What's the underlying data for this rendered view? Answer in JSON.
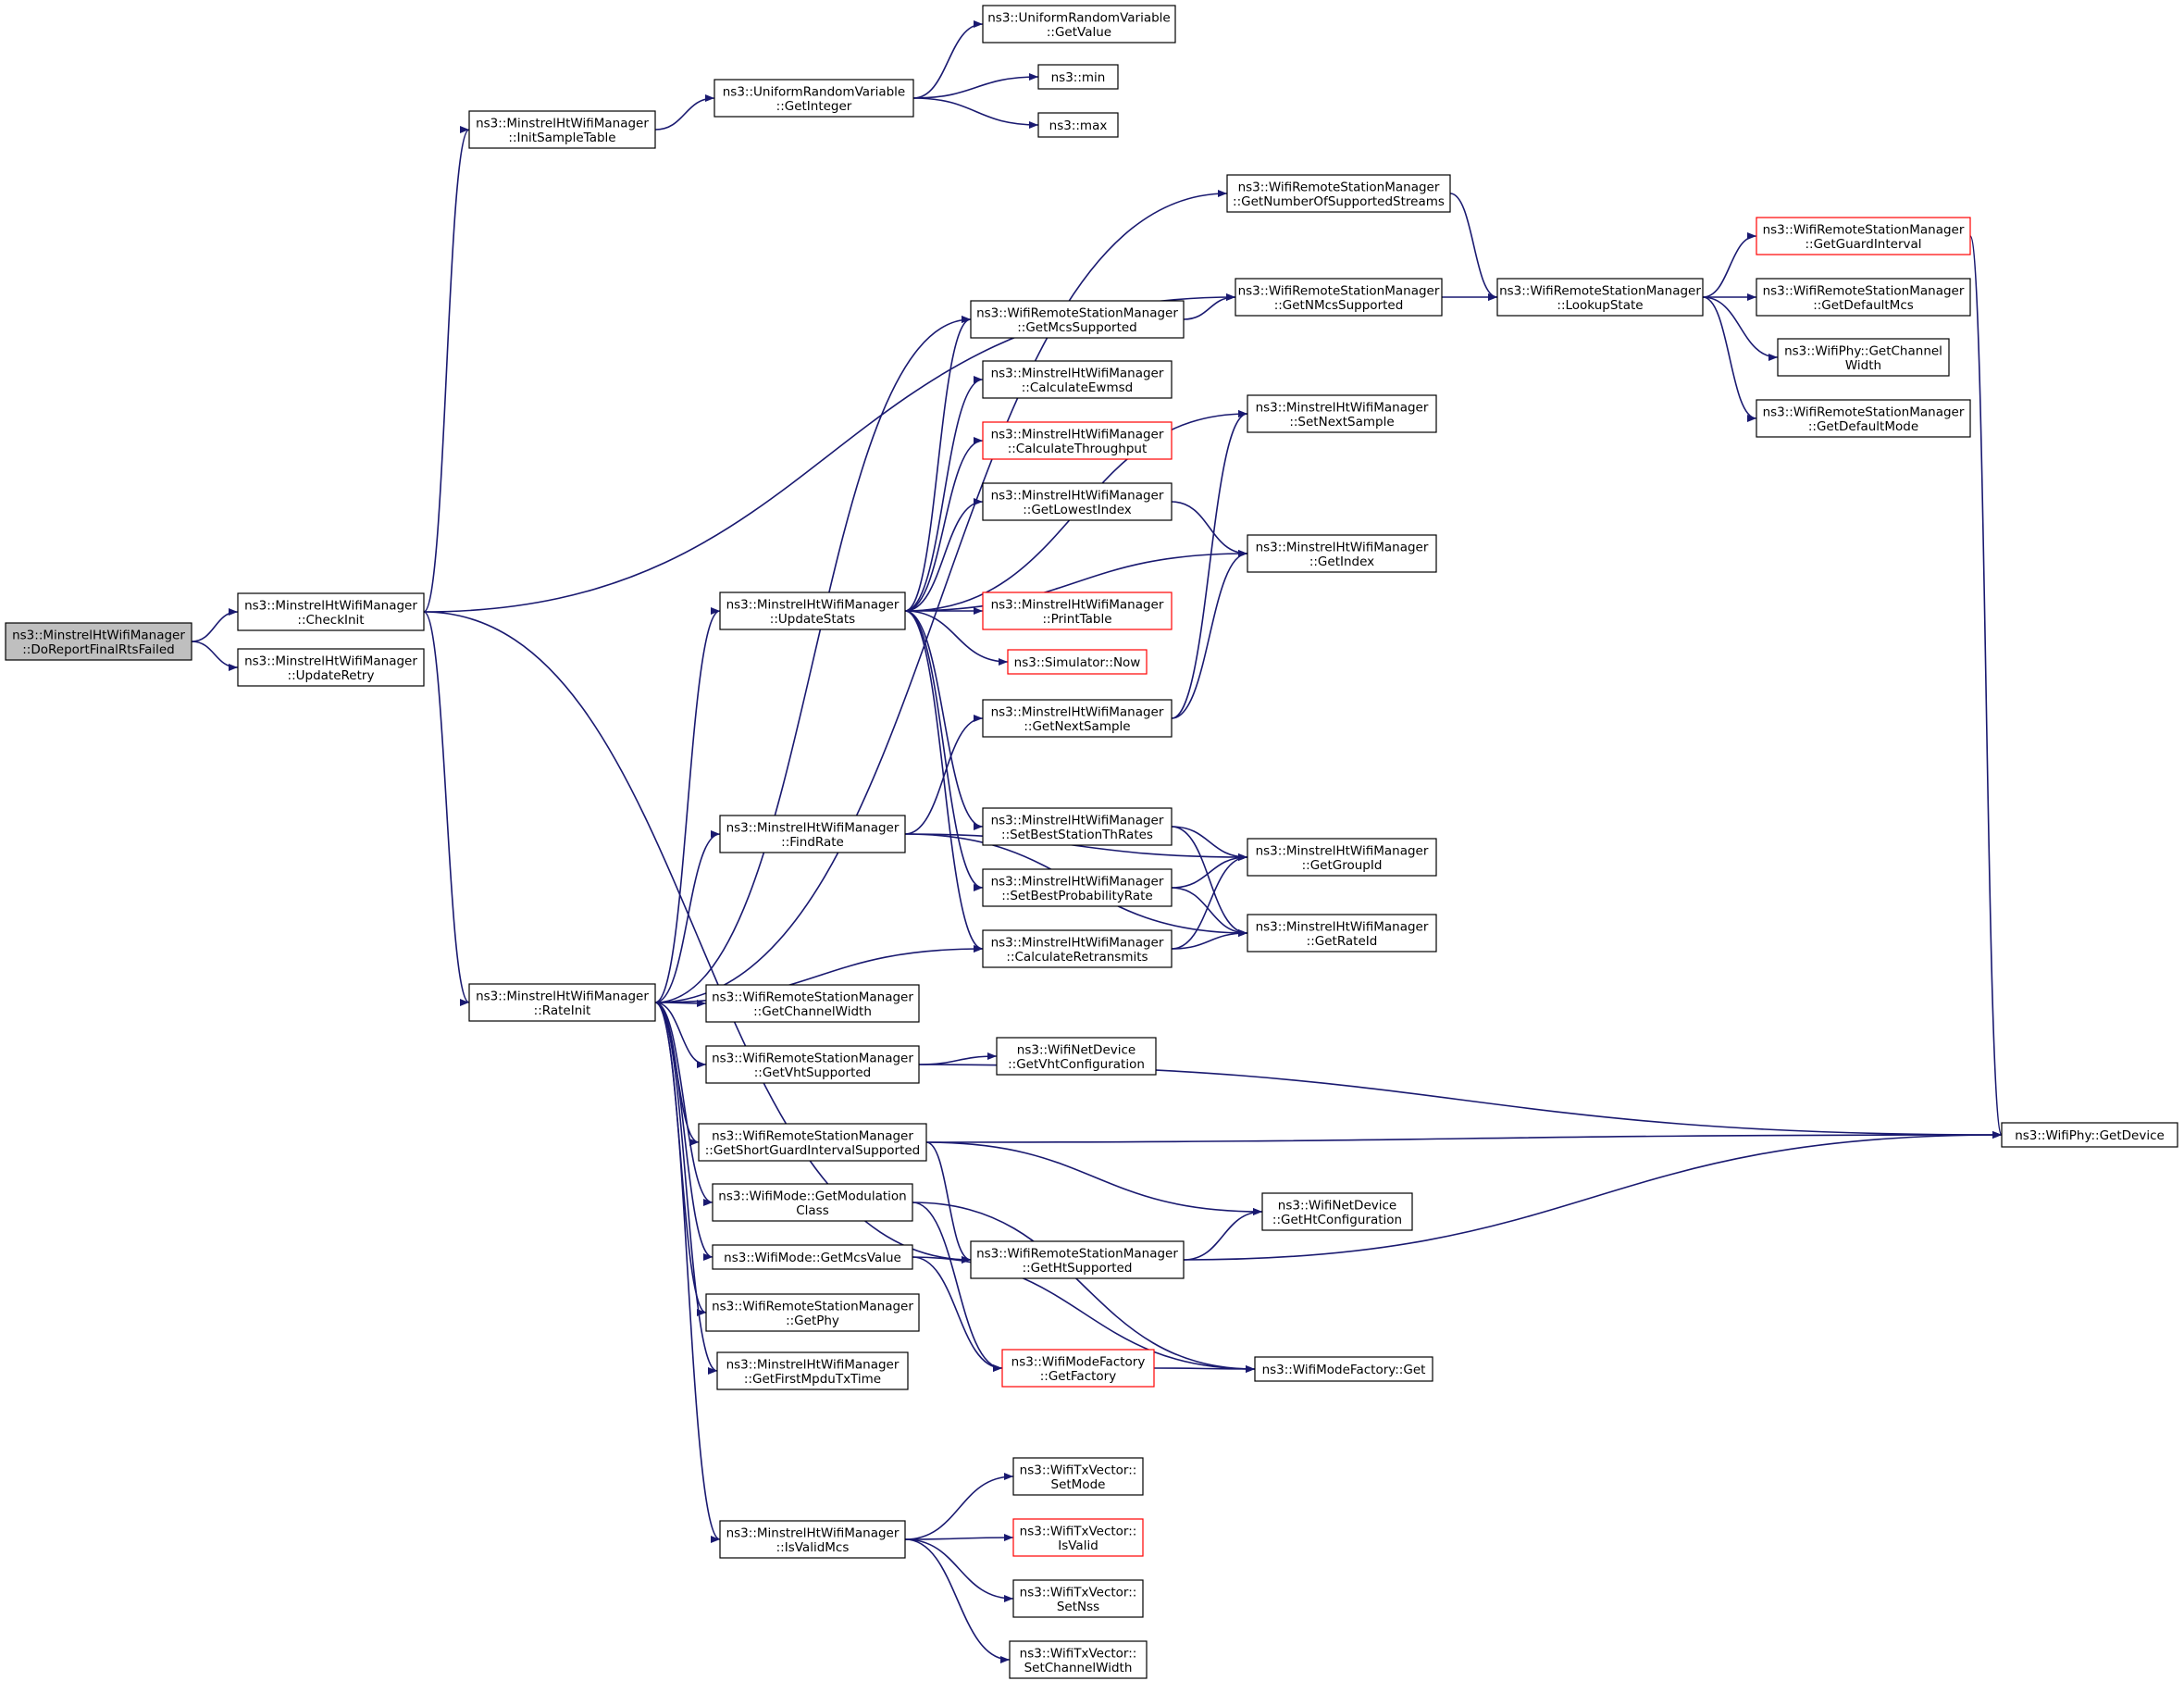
{
  "diagram": {
    "colors": {
      "edge": "#191970",
      "node_border": "#000000",
      "node_border_red": "#ff0000",
      "root_fill": "#bfbfbf"
    },
    "nodes": [
      {
        "id": "root",
        "lines": [
          "ns3::MinstrelHtWifiManager",
          "::DoReportFinalRtsFailed"
        ],
        "style": "root"
      },
      {
        "id": "checkInit",
        "lines": [
          "ns3::MinstrelHtWifiManager",
          "::CheckInit"
        ]
      },
      {
        "id": "updateRetry",
        "lines": [
          "ns3::MinstrelHtWifiManager",
          "::UpdateRetry"
        ]
      },
      {
        "id": "initSampleTable",
        "lines": [
          "ns3::MinstrelHtWifiManager",
          "::InitSampleTable"
        ]
      },
      {
        "id": "rateInit",
        "lines": [
          "ns3::MinstrelHtWifiManager",
          "::RateInit"
        ]
      },
      {
        "id": "getInteger",
        "lines": [
          "ns3::UniformRandomVariable",
          "::GetInteger"
        ]
      },
      {
        "id": "getValue",
        "lines": [
          "ns3::UniformRandomVariable",
          "::GetValue"
        ]
      },
      {
        "id": "min",
        "lines": [
          "ns3::min"
        ]
      },
      {
        "id": "max",
        "lines": [
          "ns3::max"
        ]
      },
      {
        "id": "getNumStreams",
        "lines": [
          "ns3::WifiRemoteStationManager",
          "::GetNumberOfSupportedStreams"
        ]
      },
      {
        "id": "getNMcs",
        "lines": [
          "ns3::WifiRemoteStationManager",
          "::GetNMcsSupported"
        ]
      },
      {
        "id": "getMcsSupported",
        "lines": [
          "ns3::WifiRemoteStationManager",
          "::GetMcsSupported"
        ]
      },
      {
        "id": "lookupState",
        "lines": [
          "ns3::WifiRemoteStationManager",
          "::LookupState"
        ]
      },
      {
        "id": "getGuardInterval",
        "lines": [
          "ns3::WifiRemoteStationManager",
          "::GetGuardInterval"
        ],
        "style": "red"
      },
      {
        "id": "getDefaultMcs",
        "lines": [
          "ns3::WifiRemoteStationManager",
          "::GetDefaultMcs"
        ]
      },
      {
        "id": "getChannelWidthPhy",
        "lines": [
          "ns3::WifiPhy::GetChannel",
          "Width"
        ]
      },
      {
        "id": "getDefaultMode",
        "lines": [
          "ns3::WifiRemoteStationManager",
          "::GetDefaultMode"
        ]
      },
      {
        "id": "calcEwmsd",
        "lines": [
          "ns3::MinstrelHtWifiManager",
          "::CalculateEwmsd"
        ]
      },
      {
        "id": "calcThroughput",
        "lines": [
          "ns3::MinstrelHtWifiManager",
          "::CalculateThroughput"
        ],
        "style": "red"
      },
      {
        "id": "getLowestIndex",
        "lines": [
          "ns3::MinstrelHtWifiManager",
          "::GetLowestIndex"
        ]
      },
      {
        "id": "setNextSample",
        "lines": [
          "ns3::MinstrelHtWifiManager",
          "::SetNextSample"
        ]
      },
      {
        "id": "getIndex",
        "lines": [
          "ns3::MinstrelHtWifiManager",
          "::GetIndex"
        ]
      },
      {
        "id": "updateStats",
        "lines": [
          "ns3::MinstrelHtWifiManager",
          "::UpdateStats"
        ]
      },
      {
        "id": "printTable",
        "lines": [
          "ns3::MinstrelHtWifiManager",
          "::PrintTable"
        ],
        "style": "red"
      },
      {
        "id": "simNow",
        "lines": [
          "ns3::Simulator::Now"
        ],
        "style": "red"
      },
      {
        "id": "getNextSample",
        "lines": [
          "ns3::MinstrelHtWifiManager",
          "::GetNextSample"
        ]
      },
      {
        "id": "findRate",
        "lines": [
          "ns3::MinstrelHtWifiManager",
          "::FindRate"
        ]
      },
      {
        "id": "setBestStation",
        "lines": [
          "ns3::MinstrelHtWifiManager",
          "::SetBestStationThRates"
        ]
      },
      {
        "id": "getGroupId",
        "lines": [
          "ns3::MinstrelHtWifiManager",
          "::GetGroupId"
        ]
      },
      {
        "id": "setBestProb",
        "lines": [
          "ns3::MinstrelHtWifiManager",
          "::SetBestProbabilityRate"
        ]
      },
      {
        "id": "getRateId",
        "lines": [
          "ns3::MinstrelHtWifiManager",
          "::GetRateId"
        ]
      },
      {
        "id": "calcRetransmits",
        "lines": [
          "ns3::MinstrelHtWifiManager",
          "::CalculateRetransmits"
        ]
      },
      {
        "id": "getChannelWidthRsm",
        "lines": [
          "ns3::WifiRemoteStationManager",
          "::GetChannelWidth"
        ]
      },
      {
        "id": "getVhtSupported",
        "lines": [
          "ns3::WifiRemoteStationManager",
          "::GetVhtSupported"
        ]
      },
      {
        "id": "getVhtConfig",
        "lines": [
          "ns3::WifiNetDevice",
          "::GetVhtConfiguration"
        ]
      },
      {
        "id": "getDevice",
        "lines": [
          "ns3::WifiPhy::GetDevice"
        ]
      },
      {
        "id": "getShortGI",
        "lines": [
          "ns3::WifiRemoteStationManager",
          "::GetShortGuardIntervalSupported"
        ]
      },
      {
        "id": "getModClass",
        "lines": [
          "ns3::WifiMode::GetModulation",
          "Class"
        ]
      },
      {
        "id": "getHtConfig",
        "lines": [
          "ns3::WifiNetDevice",
          "::GetHtConfiguration"
        ]
      },
      {
        "id": "getHtSupported",
        "lines": [
          "ns3::WifiRemoteStationManager",
          "::GetHtSupported"
        ]
      },
      {
        "id": "getMcsValue",
        "lines": [
          "ns3::WifiMode::GetMcsValue"
        ]
      },
      {
        "id": "getPhy",
        "lines": [
          "ns3::WifiRemoteStationManager",
          "::GetPhy"
        ]
      },
      {
        "id": "getFactory",
        "lines": [
          "ns3::WifiModeFactory",
          "::GetFactory"
        ],
        "style": "red"
      },
      {
        "id": "factoryGet",
        "lines": [
          "ns3::WifiModeFactory::Get"
        ]
      },
      {
        "id": "getFirstMpdu",
        "lines": [
          "ns3::MinstrelHtWifiManager",
          "::GetFirstMpduTxTime"
        ]
      },
      {
        "id": "setMode",
        "lines": [
          "ns3::WifiTxVector::",
          "SetMode"
        ]
      },
      {
        "id": "isValidMcs",
        "lines": [
          "ns3::MinstrelHtWifiManager",
          "::IsValidMcs"
        ]
      },
      {
        "id": "isValid",
        "lines": [
          "ns3::WifiTxVector::",
          "IsValid"
        ],
        "style": "red"
      },
      {
        "id": "setNss",
        "lines": [
          "ns3::WifiTxVector::",
          "SetNss"
        ]
      },
      {
        "id": "setChannelWidth",
        "lines": [
          "ns3::WifiTxVector::",
          "SetChannelWidth"
        ]
      }
    ],
    "edges": [
      [
        "root",
        "checkInit"
      ],
      [
        "root",
        "updateRetry"
      ],
      [
        "checkInit",
        "initSampleTable"
      ],
      [
        "checkInit",
        "getNMcs"
      ],
      [
        "checkInit",
        "rateInit"
      ],
      [
        "checkInit",
        "getHtSupported"
      ],
      [
        "initSampleTable",
        "getInteger"
      ],
      [
        "getInteger",
        "getValue"
      ],
      [
        "getInteger",
        "min"
      ],
      [
        "getInteger",
        "max"
      ],
      [
        "getNumStreams",
        "lookupState"
      ],
      [
        "getNMcs",
        "lookupState"
      ],
      [
        "getMcsSupported",
        "getNMcs"
      ],
      [
        "lookupState",
        "getGuardInterval"
      ],
      [
        "lookupState",
        "getDefaultMcs"
      ],
      [
        "lookupState",
        "getChannelWidthPhy"
      ],
      [
        "lookupState",
        "getDefaultMode"
      ],
      [
        "getGuardInterval",
        "getDevice"
      ],
      [
        "updateStats",
        "getMcsSupported"
      ],
      [
        "updateStats",
        "calcEwmsd"
      ],
      [
        "updateStats",
        "calcThroughput"
      ],
      [
        "updateStats",
        "getLowestIndex"
      ],
      [
        "updateStats",
        "getIndex"
      ],
      [
        "updateStats",
        "printTable"
      ],
      [
        "updateStats",
        "simNow"
      ],
      [
        "updateStats",
        "setNextSample"
      ],
      [
        "updateStats",
        "setBestStation"
      ],
      [
        "updateStats",
        "setBestProb"
      ],
      [
        "updateStats",
        "calcRetransmits"
      ],
      [
        "getLowestIndex",
        "getIndex"
      ],
      [
        "getNextSample",
        "setNextSample"
      ],
      [
        "getNextSample",
        "getIndex"
      ],
      [
        "findRate",
        "getNextSample"
      ],
      [
        "findRate",
        "getGroupId"
      ],
      [
        "findRate",
        "getRateId"
      ],
      [
        "setBestStation",
        "getGroupId"
      ],
      [
        "setBestStation",
        "getRateId"
      ],
      [
        "setBestProb",
        "getGroupId"
      ],
      [
        "setBestProb",
        "getRateId"
      ],
      [
        "calcRetransmits",
        "getGroupId"
      ],
      [
        "calcRetransmits",
        "getRateId"
      ],
      [
        "rateInit",
        "getNumStreams"
      ],
      [
        "rateInit",
        "getMcsSupported"
      ],
      [
        "rateInit",
        "updateStats"
      ],
      [
        "rateInit",
        "findRate"
      ],
      [
        "rateInit",
        "calcRetransmits"
      ],
      [
        "rateInit",
        "getChannelWidthRsm"
      ],
      [
        "rateInit",
        "getVhtSupported"
      ],
      [
        "rateInit",
        "getShortGI"
      ],
      [
        "rateInit",
        "getModClass"
      ],
      [
        "rateInit",
        "getMcsValue"
      ],
      [
        "rateInit",
        "getPhy"
      ],
      [
        "rateInit",
        "getFirstMpdu"
      ],
      [
        "rateInit",
        "isValidMcs"
      ],
      [
        "getVhtSupported",
        "getVhtConfig"
      ],
      [
        "getVhtSupported",
        "getDevice"
      ],
      [
        "getShortGI",
        "getDevice"
      ],
      [
        "getShortGI",
        "getHtConfig"
      ],
      [
        "getShortGI",
        "getHtSupported"
      ],
      [
        "getHtSupported",
        "getHtConfig"
      ],
      [
        "getHtSupported",
        "getDevice"
      ],
      [
        "getModClass",
        "getFactory"
      ],
      [
        "getModClass",
        "factoryGet"
      ],
      [
        "getMcsValue",
        "getFactory"
      ],
      [
        "getMcsValue",
        "factoryGet"
      ],
      [
        "getFactory",
        "factoryGet"
      ],
      [
        "isValidMcs",
        "setMode"
      ],
      [
        "isValidMcs",
        "isValid"
      ],
      [
        "isValidMcs",
        "setNss"
      ],
      [
        "isValidMcs",
        "setChannelWidth"
      ]
    ]
  }
}
